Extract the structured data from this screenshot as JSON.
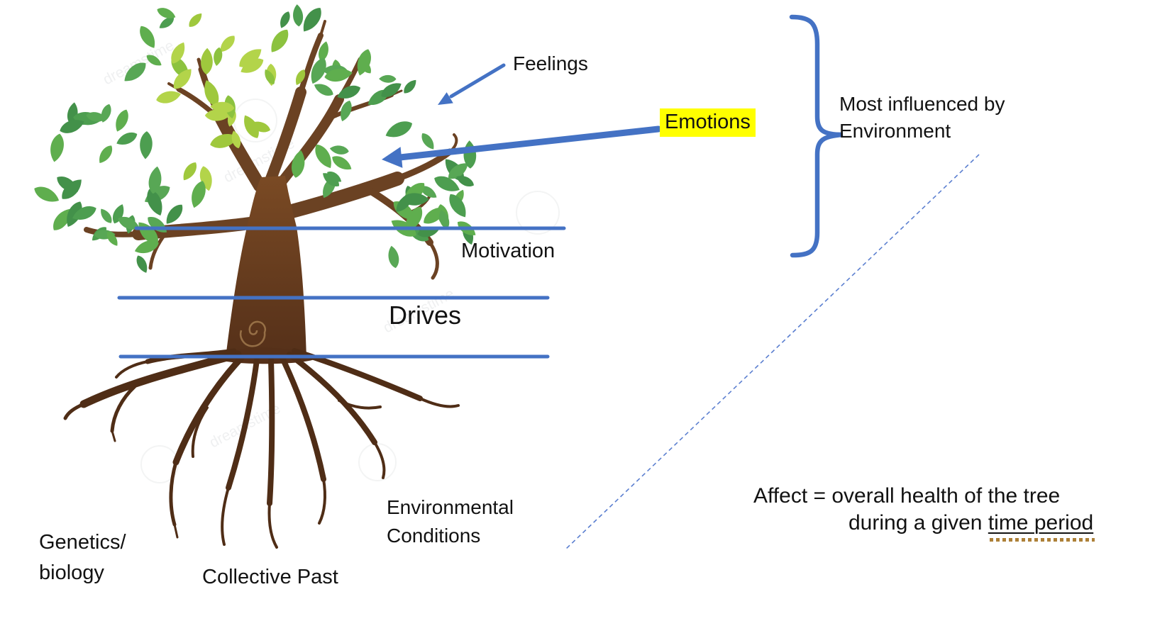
{
  "colors": {
    "accent_blue": "#4472C4",
    "dashed_blue": "#5B7FD0",
    "highlight_yellow": "#FFFF00",
    "text_black": "#121212",
    "underline_dot_brown": "#AD8038",
    "watermark_gray": "#8a9096",
    "leaf_greens_dark": [
      "#4d9e50",
      "#58a755",
      "#43914a",
      "#5fae4e"
    ],
    "leaf_greens_light": [
      "#9fc83d",
      "#b3d44a",
      "#8cc23f"
    ],
    "trunk_brown_top": "#7a4a24",
    "trunk_brown_bottom": "#553019",
    "branch_brown": "#6b4223",
    "root_brown": "#4f2d16",
    "trunk_spiral_tan": "#c8a06a"
  },
  "labels": {
    "feelings": "Feelings",
    "emotions": "Emotions",
    "motivation": "Motivation",
    "drives": "Drives",
    "environmental_conditions": "Environmental\nConditions",
    "genetics_biology": "Genetics/\nbiology",
    "collective_past": "Collective Past",
    "most_influenced": "Most influenced by\nEnvironment",
    "affect_line1": "Affect = overall health of the tree",
    "affect_line2_prefix": "during a given ",
    "affect_line2_underlined": "time period"
  },
  "watermark": {
    "text": "dreamstime"
  }
}
